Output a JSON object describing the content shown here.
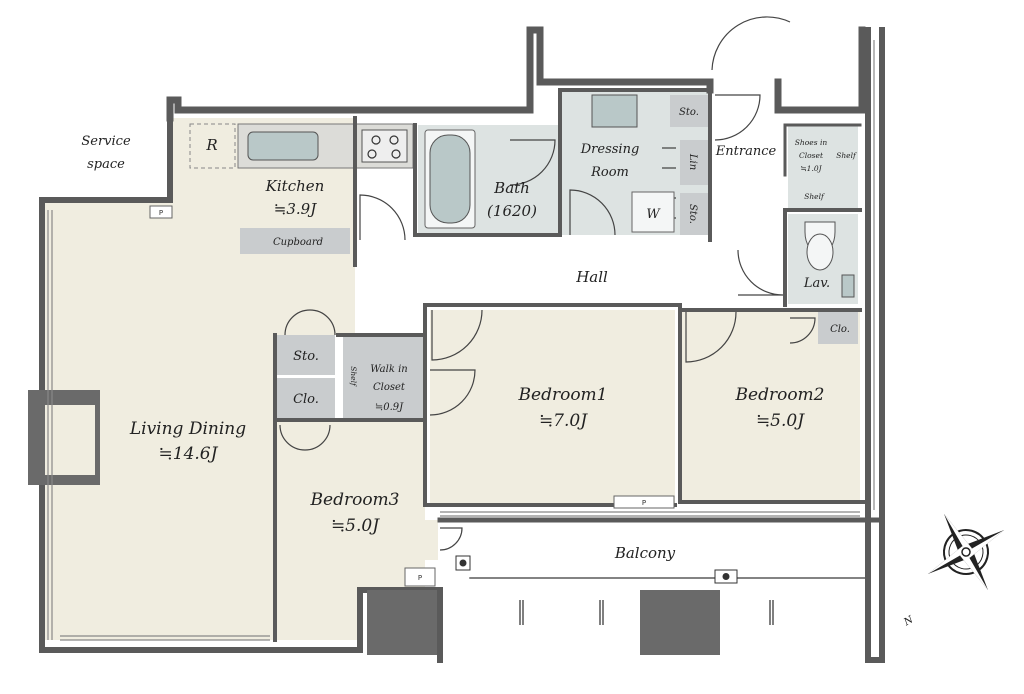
{
  "rooms": {
    "service_space": {
      "line1": "Service",
      "line2": "space"
    },
    "kitchen": {
      "name": "Kitchen",
      "area": "≒3.9J"
    },
    "refrigerator": "R",
    "cupboard": "Cupboard",
    "bath": {
      "name": "Bath",
      "size": "(1620)"
    },
    "dressing_room": {
      "line1": "Dressing",
      "line2": "Room"
    },
    "washer": "W",
    "linen": "Lin",
    "storage_top": "Sto.",
    "storage_mid": "Sto.",
    "storage_left": "Sto.",
    "entrance": "Entrance",
    "shoes_closet": {
      "line1": "Shoes in",
      "line2": "Closet",
      "area": "≒1.0J"
    },
    "shelf_a": "Shelf",
    "shelf_b": "Shelf",
    "shelf_c": "Shelf",
    "lavatory": "Lav.",
    "hall": "Hall",
    "closet_right": "Clo.",
    "closet_left": "Clo.",
    "walk_in_closet": {
      "line1": "Walk in",
      "line2": "Closet",
      "area": "≒0.9J"
    },
    "living_dining": {
      "name": "Living Dining",
      "area": "≒14.6J"
    },
    "bedroom1": {
      "name": "Bedroom1",
      "area": "≒7.0J"
    },
    "bedroom2": {
      "name": "Bedroom2",
      "area": "≒5.0J"
    },
    "bedroom3": {
      "name": "Bedroom3",
      "area": "≒5.0J"
    },
    "balcony": "Balcony"
  },
  "pipe_tags": [
    "P",
    "P",
    "P"
  ],
  "compass": {
    "north_label": "N"
  },
  "colors": {
    "wall": "#5a5a5a",
    "floor": "#f0ede0",
    "wet_area": "#dde3e2",
    "storage": "#c9ccce",
    "background": "#ffffff"
  }
}
